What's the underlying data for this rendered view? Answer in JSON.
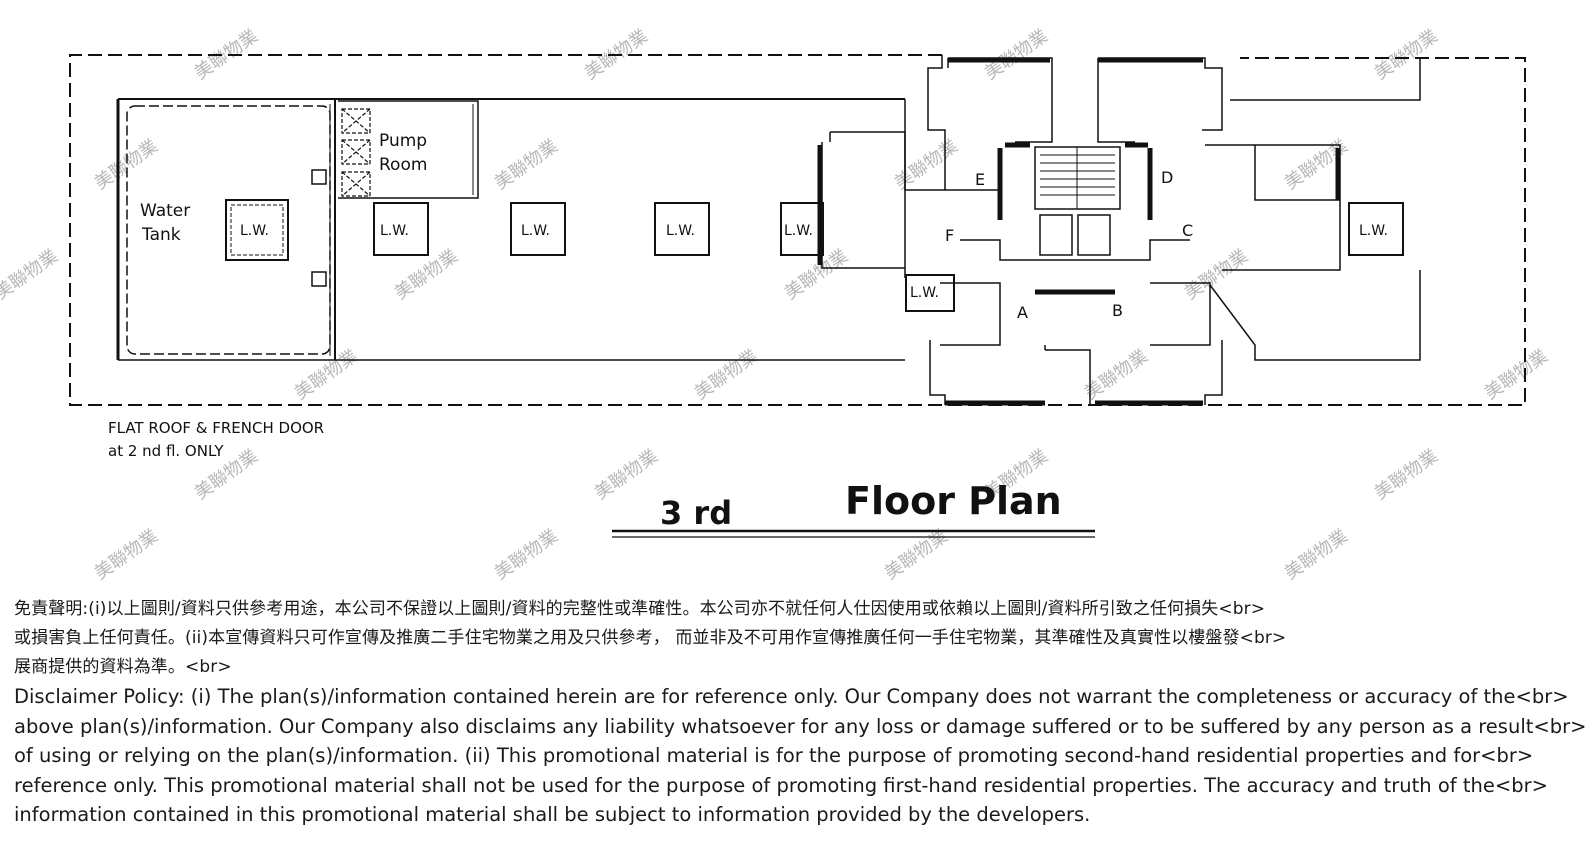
{
  "plan": {
    "labels": {
      "water_tank_line1": "Water",
      "water_tank_line2": "Tank",
      "pump_room_line1": "Pump",
      "pump_room_line2": "Room",
      "lift_well": "L.W.",
      "flat_roof_line1": "FLAT ROOF & FRENCH DOOR",
      "flat_roof_line2": "at 2 nd fl. ONLY",
      "floor_number": "3 rd",
      "floor_plan": "Floor Plan"
    },
    "units": [
      "A",
      "B",
      "C",
      "D",
      "E",
      "F"
    ],
    "watermark": "美聯物業"
  },
  "disclaimer": {
    "zh_lines": [
      "免責聲明:(i)以上圖則/資料只供參考用途，本公司不保證以上圖則/資料的完整性或準確性。本公司亦不就任何人仕因使用或依賴以上圖則/資料所引致之任何損失<br>",
      "或損害負上任何責任。(ii)本宣傳資料只可作宣傳及推廣二手住宅物業之用及只供參考， 而並非及不可用作宣傳推廣任何一手住宅物業，其準確性及真實性以樓盤發<br>",
      "展商提供的資料為準。<br>"
    ],
    "en_lines": [
      "Disclaimer Policy: (i) The plan(s)/information contained herein are for reference only. Our Company does not warrant the completeness or accuracy of the<br>",
      "above plan(s)/information. Our Company also disclaims any liability whatsoever for any loss or damage suffered or to be suffered by any person as a result<br>",
      "of using or relying on the plan(s)/information. (ii) This promotional material is for the purpose of promoting second-hand residential properties and for<br>",
      "reference only. This promotional material shall not be used for the purpose of promoting first-hand residential properties. The accuracy and truth of the<br>",
      "information contained in this promotional material shall be subject to information provided by the developers."
    ]
  }
}
